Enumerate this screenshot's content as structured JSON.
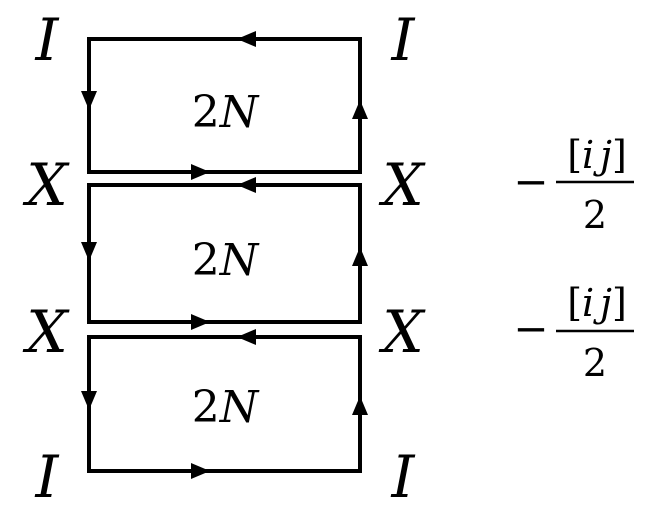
{
  "vertex_labels": {
    "top_left": "I",
    "top_right": "I",
    "mid1_left": "X",
    "mid1_right": "X",
    "mid2_left": "X",
    "mid2_right": "X",
    "bottom_left": "I",
    "bottom_right": "I"
  },
  "loops": [
    {
      "label_num": "2",
      "label_var": "N"
    },
    {
      "label_num": "2",
      "label_var": "N"
    },
    {
      "label_num": "2",
      "label_var": "N"
    }
  ],
  "factors": [
    {
      "sign": "−",
      "bracket_open": "[",
      "i": "i",
      "j": "j",
      "bracket_close": "]",
      "denominator": "2"
    },
    {
      "sign": "−",
      "bracket_open": "[",
      "i": "i",
      "j": "j",
      "bracket_close": "]",
      "denominator": "2"
    }
  ]
}
